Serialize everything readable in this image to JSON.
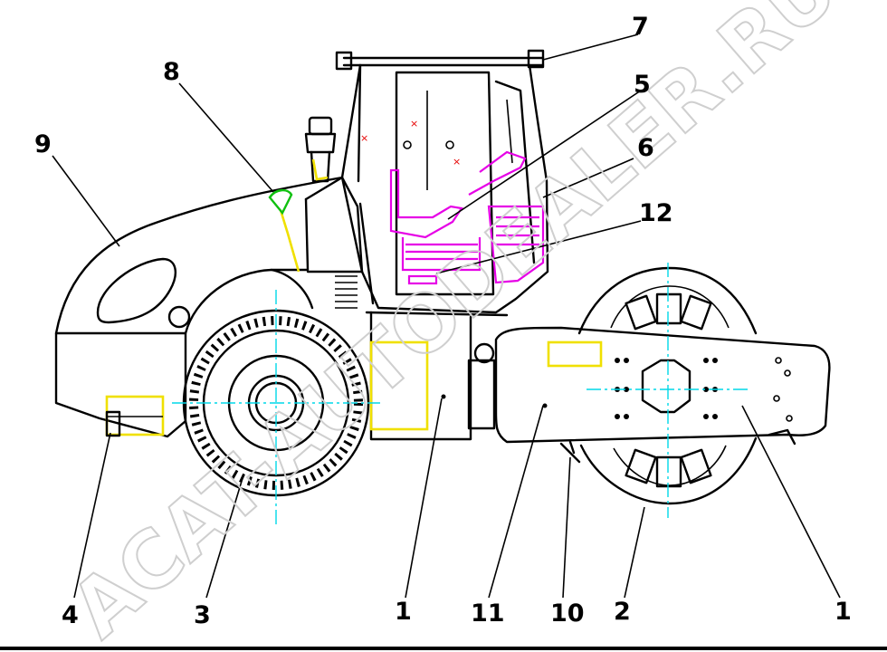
{
  "watermark": "ACAT-AUTODEALER.RU",
  "colors": {
    "outline": "#000000",
    "highlight_cab": "#e600e6",
    "highlight_filters": "#f0e000",
    "centerlines": "#00d8e8",
    "highlight_clip": "#10c010",
    "watermark": "#cfcfcf"
  },
  "callouts": [
    {
      "id": "c7",
      "label": "7"
    },
    {
      "id": "c8",
      "label": "8"
    },
    {
      "id": "c5",
      "label": "5"
    },
    {
      "id": "c9",
      "label": "9"
    },
    {
      "id": "c6",
      "label": "6"
    },
    {
      "id": "c12",
      "label": "12"
    },
    {
      "id": "c4",
      "label": "4"
    },
    {
      "id": "c3",
      "label": "3"
    },
    {
      "id": "c1a",
      "label": "1"
    },
    {
      "id": "c11",
      "label": "11"
    },
    {
      "id": "c10",
      "label": "10"
    },
    {
      "id": "c2",
      "label": "2"
    },
    {
      "id": "c1b",
      "label": "1"
    }
  ]
}
